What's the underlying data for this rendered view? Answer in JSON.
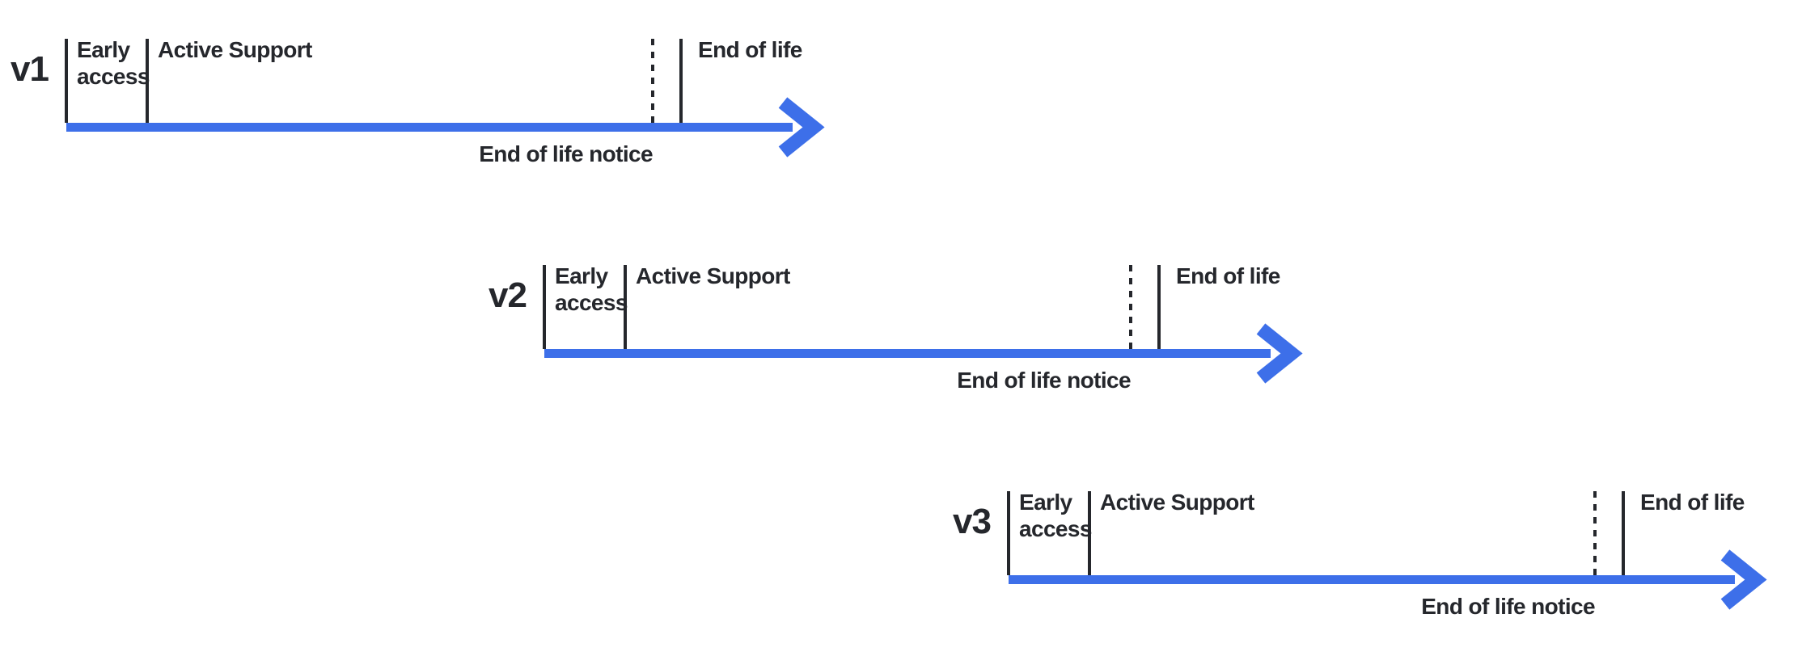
{
  "diagram": {
    "name": "Version release lifecycle timelines",
    "colors": {
      "accent_blue": "#3D6FE9",
      "ink": "#25272C",
      "background": "#FFFFFF"
    },
    "rows": [
      {
        "version": "v1",
        "phases": {
          "early_access": "Early access",
          "active_support": "Active Support",
          "end_of_life": "End of life"
        },
        "annotation": "End of life notice"
      },
      {
        "version": "v2",
        "phases": {
          "early_access": "Early access",
          "active_support": "Active Support",
          "end_of_life": "End of life"
        },
        "annotation": "End of life notice"
      },
      {
        "version": "v3",
        "phases": {
          "early_access": "Early access",
          "active_support": "Active Support",
          "end_of_life": "End of life"
        },
        "annotation": "End of life notice"
      }
    ]
  }
}
